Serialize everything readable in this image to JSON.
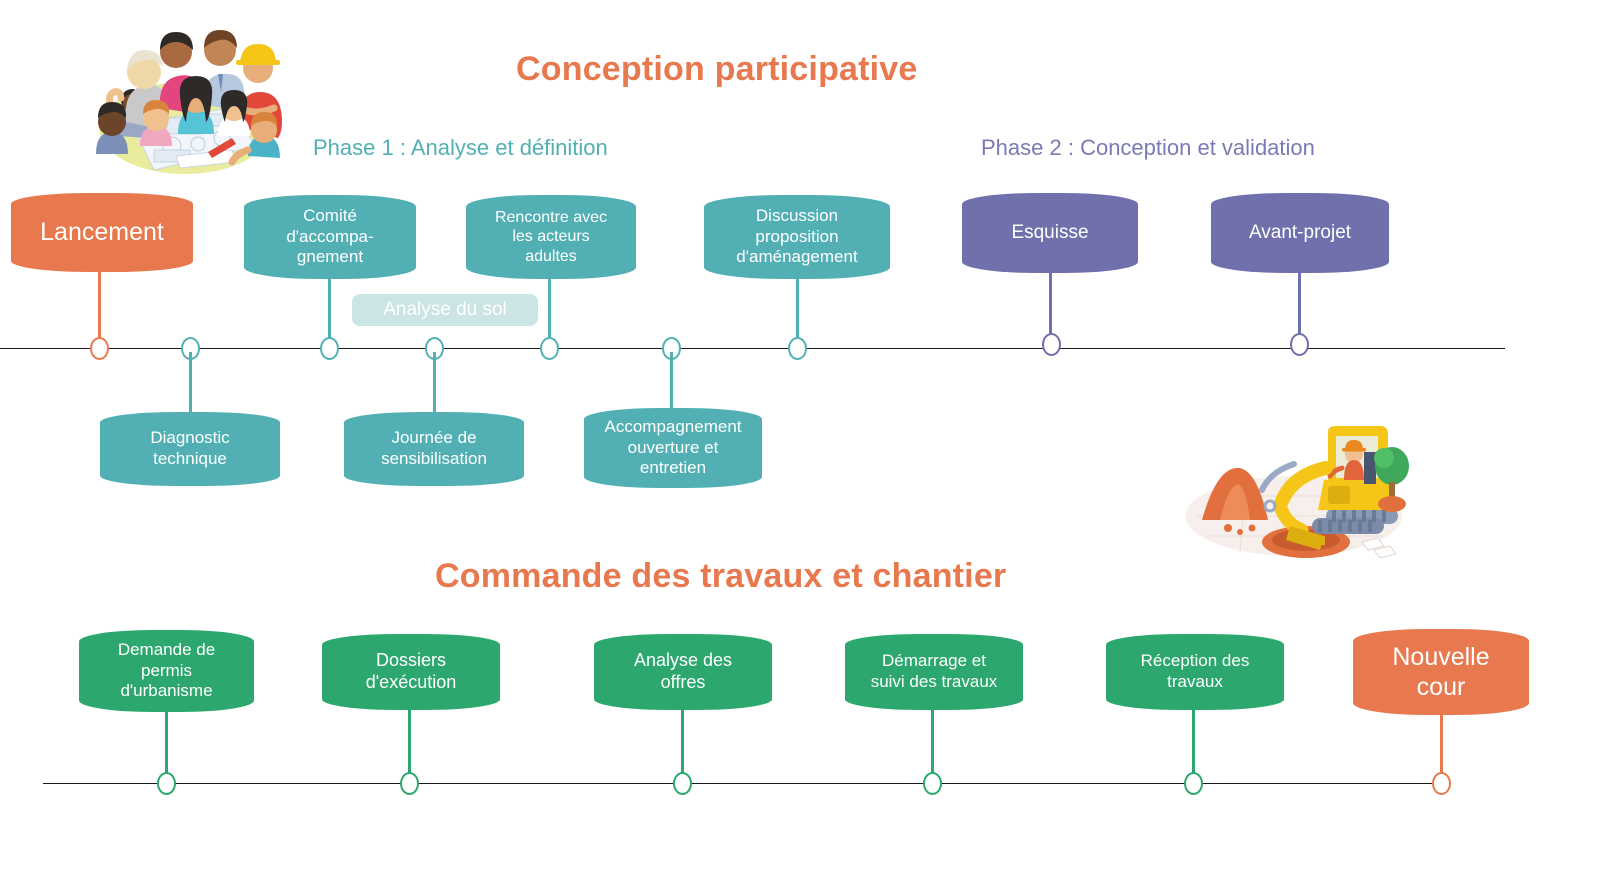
{
  "titles": {
    "main_1": "Conception participative",
    "main_2": "Commande des travaux et chantier",
    "phase_1": "Phase 1 : Analyse et définition",
    "phase_2": "Phase 2 : Conception et validation"
  },
  "colors": {
    "orange": "#E8784E",
    "teal": "#52B0B4",
    "teal_light": "#CBE4E4",
    "purple": "#7070AC",
    "green": "#2CA86E",
    "axis": "#1a1a1a",
    "text_on_box": "#FFFFFF"
  },
  "timeline_top": {
    "above": [
      {
        "label": "Lancement",
        "color": "orange"
      },
      {
        "label": "Comité d'accompa-gnement",
        "lines": [
          "Comité",
          "d'accompa-",
          "gnement"
        ],
        "color": "teal"
      },
      {
        "label": "Rencontre avec les acteurs adultes",
        "lines": [
          "Rencontre avec",
          "les acteurs",
          "adultes"
        ],
        "color": "teal"
      },
      {
        "label": "Discussion proposition d'aménagement",
        "lines": [
          "Discussion",
          "proposition",
          "d'aménagement"
        ],
        "color": "teal"
      },
      {
        "label": "Esquisse",
        "color": "purple"
      },
      {
        "label": "Avant-projet",
        "color": "purple"
      }
    ],
    "below": [
      {
        "label": "Diagnostic technique",
        "lines": [
          "Diagnostic",
          "technique"
        ],
        "color": "teal"
      },
      {
        "label": "Journée de sensibilisation",
        "lines": [
          "Journée de",
          "sensibilisation"
        ],
        "color": "teal"
      },
      {
        "label": "Accompagnement ouverture et entretien",
        "lines": [
          "Accompagnement",
          "ouverture et",
          "entretien"
        ],
        "color": "teal"
      }
    ],
    "annotation": "Analyse du sol"
  },
  "timeline_bottom": {
    "nodes": [
      {
        "label": "Demande de permis d'urbanisme",
        "lines": [
          "Demande de",
          "permis",
          "d'urbanisme"
        ],
        "color": "green"
      },
      {
        "label": "Dossiers d'exécution",
        "lines": [
          "Dossiers",
          "d'exécution"
        ],
        "color": "green"
      },
      {
        "label": "Analyse des offres",
        "lines": [
          "Analyse des",
          "offres"
        ],
        "color": "green"
      },
      {
        "label": "Démarrage et suivi des travaux",
        "lines": [
          "Démarrage et",
          "suivi des travaux"
        ],
        "color": "green"
      },
      {
        "label": "Réception des travaux",
        "lines": [
          "Réception des",
          "travaux"
        ],
        "color": "green"
      },
      {
        "label": "Nouvelle cour",
        "lines": [
          "Nouvelle",
          "cour"
        ],
        "color": "orange"
      }
    ]
  },
  "illustrations": {
    "participants": "people-around-blueprint-table-illustration",
    "excavator": "excavator-digging-site-illustration"
  }
}
